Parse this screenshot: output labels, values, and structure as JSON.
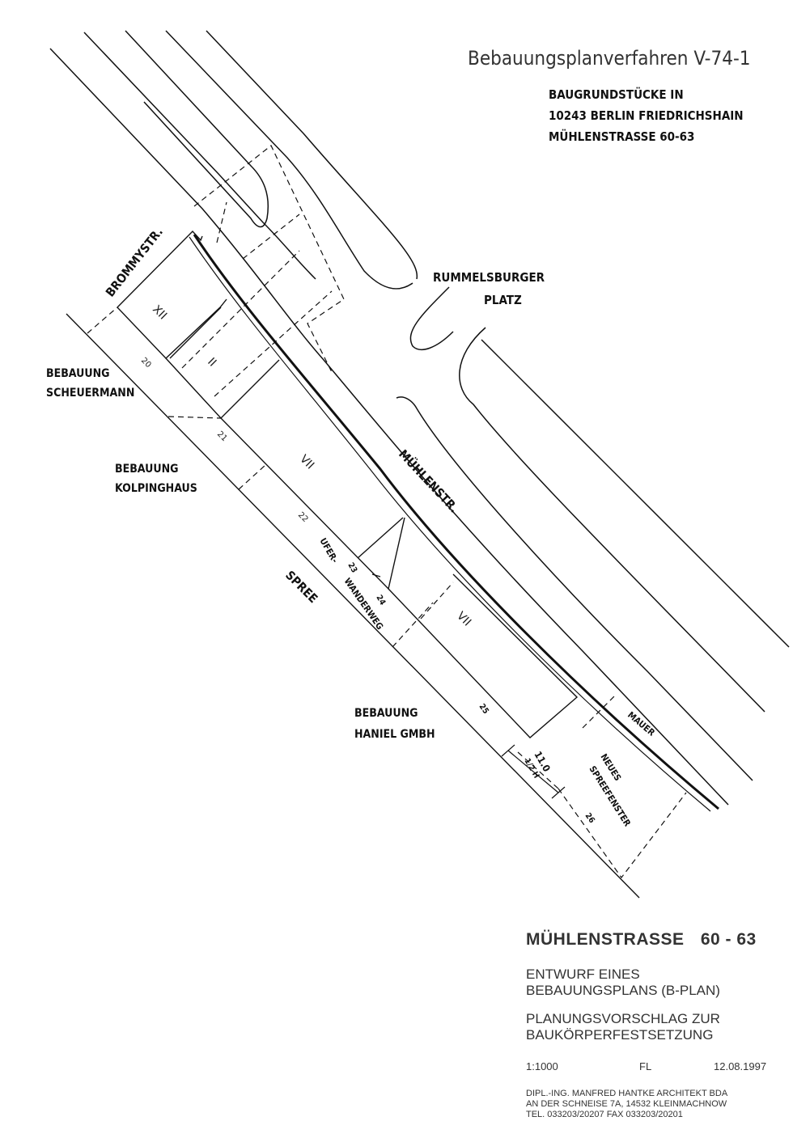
{
  "header": {
    "procedure": "Bebauungsplanverfahren V-74-1",
    "site_line1": "BAUGRUNDSTÜCKE IN",
    "site_line2": "10243 BERLIN FRIEDRICHSHAIN",
    "site_line3": "MÜHLENSTRASSE 60-63"
  },
  "labels": {
    "brommystr": "BROMMYSTR.",
    "rummelsburger": "RUMMELSBURGER",
    "platz": "PLATZ",
    "muehlenstr": "MÜHLENSTR.",
    "spree": "SPREE",
    "uferwanderweg_1": "UFER-",
    "uferwanderweg_2": "WANDERWEG",
    "mauer": "MAUER",
    "neues_1": "NEUES",
    "neues_2": "SPREEFENSTER",
    "dim_110": "11.0",
    "dim_12h": "1/2 H"
  },
  "neighbours": {
    "scheuermann_1": "BEBAUUNG",
    "scheuermann_2": "SCHEUERMANN",
    "kolping_1": "BEBAUUNG",
    "kolping_2": "KOLPINGHAUS",
    "haniel_1": "BEBAUUNG",
    "haniel_2": "HANIEL GMBH"
  },
  "storeys": {
    "xii": "XII",
    "ii": "II",
    "vii_a": "VII",
    "vii_b": "VII"
  },
  "plots": {
    "p20": "20",
    "p21": "21",
    "p22": "22",
    "p23": "23",
    "p24": "24",
    "p25": "25",
    "p26": "26"
  },
  "titleblock": {
    "street": "MÜHLENSTRASSE",
    "numbers": "60 - 63",
    "draft_1": "ENTWURF EINES",
    "draft_2": "BEBAUUNGSPLANS (B-PLAN)",
    "plan_1": "PLANUNGSVORSCHLAG ZUR",
    "plan_2": "BAUKÖRPERFESTSETZUNG",
    "scale": "1:1000",
    "initials": "FL",
    "date": "12.08.1997",
    "office_1": "DIPL.-ING. MANFRED HANTKE ARCHITEKT BDA",
    "office_2": "AN DER SCHNEISE 7A, 14532 KLEINMACHNOW",
    "office_3": "TEL. 033203/20207          FAX 033203/20201"
  }
}
